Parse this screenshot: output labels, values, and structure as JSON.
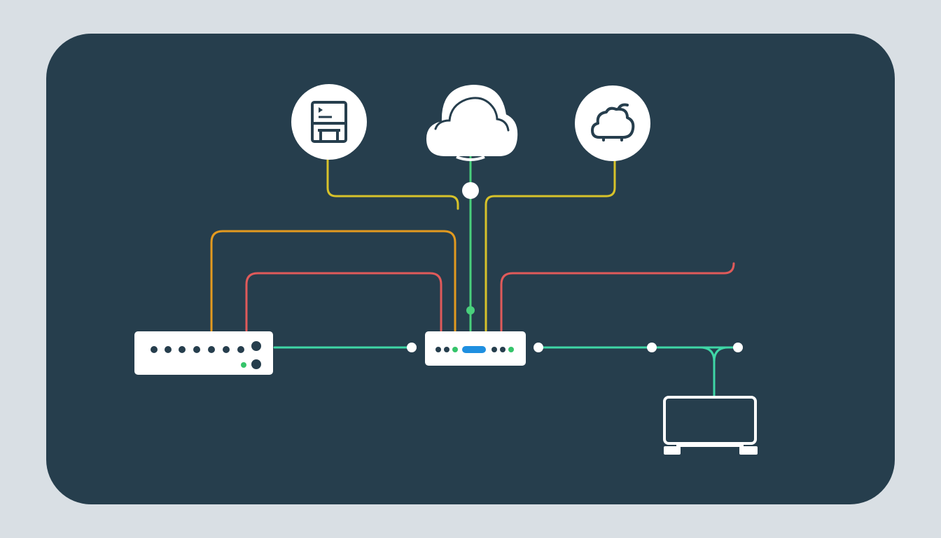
{
  "colors": {
    "page_background": "#d9dfe4",
    "panel": "#263e4d",
    "node_fill": "#ffffff",
    "icon_stroke": "#263e4d",
    "link_yellow": "#d7c22a",
    "link_orange": "#e39a1f",
    "link_red": "#e05a5a",
    "link_green": "#49d07c",
    "link_teal": "#3fd6a6",
    "led_green": "#35c46a",
    "led_blue": "#1f8fe0"
  },
  "nodes": [
    {
      "id": "document-server",
      "icon": "document-icon"
    },
    {
      "id": "cloud",
      "icon": "cloud-icon"
    },
    {
      "id": "cloud-service",
      "icon": "small-cloud-icon"
    },
    {
      "id": "network-switch",
      "icon": "switch-icon"
    },
    {
      "id": "router",
      "icon": "router-icon"
    },
    {
      "id": "monitor",
      "icon": "monitor-icon"
    }
  ],
  "links": [
    {
      "from": "document-server",
      "to": "router",
      "color": "yellow"
    },
    {
      "from": "cloud-service",
      "to": "router",
      "color": "yellow"
    },
    {
      "from": "cloud",
      "to": "router",
      "color": "green"
    },
    {
      "from": "network-switch",
      "to": "router",
      "color": "orange"
    },
    {
      "from": "network-switch",
      "to": "router",
      "color": "red"
    },
    {
      "from": "router",
      "to": "off-panel",
      "color": "red"
    },
    {
      "from": "network-switch",
      "to": "router",
      "color": "teal"
    },
    {
      "from": "router",
      "to": "monitor",
      "color": "teal"
    }
  ]
}
